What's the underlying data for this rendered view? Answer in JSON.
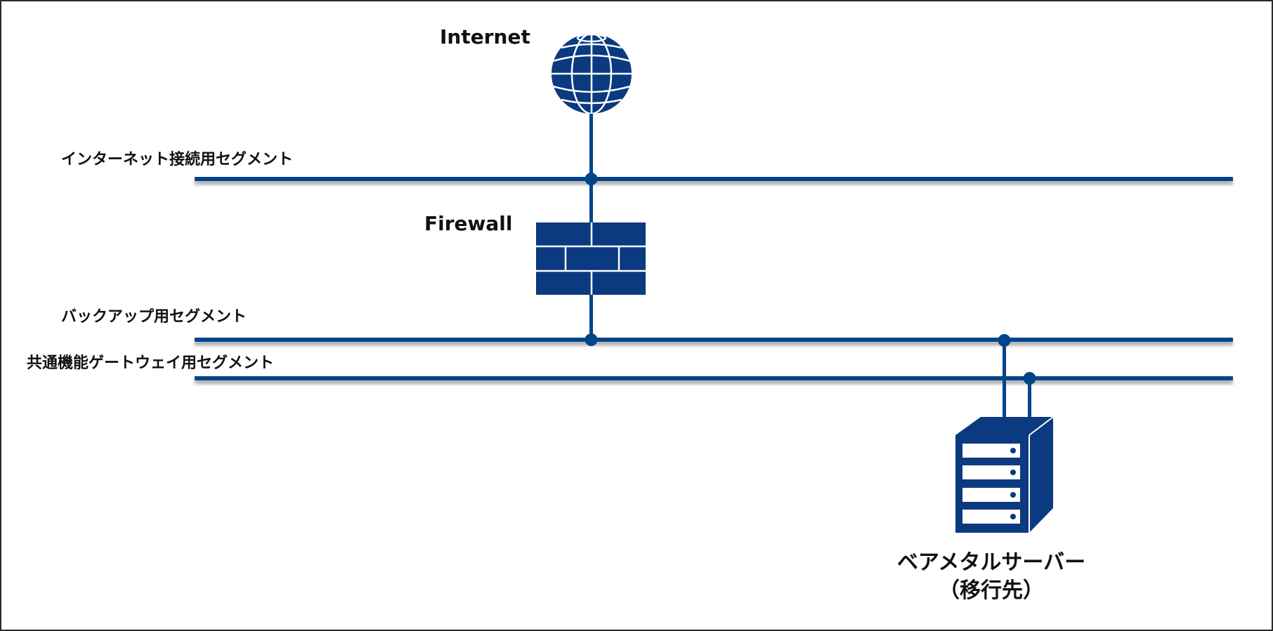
{
  "colors": {
    "line": "#00448a",
    "device": "#0b3a80",
    "device_stroke": "#ffffff",
    "text": "#111111",
    "border": "#2b2b2b"
  },
  "nodes": {
    "internet": {
      "label": "Internet",
      "icon": "globe-icon"
    },
    "firewall": {
      "label": "Firewall",
      "icon": "brick-wall-icon"
    },
    "server": {
      "label_line1": "ベアメタルサーバー",
      "label_line2": "（移行先）",
      "icon": "server-rack-icon"
    }
  },
  "segments": [
    {
      "id": "internet-segment",
      "label": "インターネット接続用セグメント"
    },
    {
      "id": "backup-segment",
      "label": "バックアップ用セグメント"
    },
    {
      "id": "gateway-segment",
      "label": "共通機能ゲートウェイ用セグメント"
    }
  ],
  "connections": [
    {
      "from": "internet",
      "to": "internet-segment"
    },
    {
      "from": "internet-segment",
      "to": "firewall"
    },
    {
      "from": "firewall",
      "to": "backup-segment"
    },
    {
      "from": "server",
      "to": "backup-segment"
    },
    {
      "from": "server",
      "to": "gateway-segment"
    }
  ]
}
